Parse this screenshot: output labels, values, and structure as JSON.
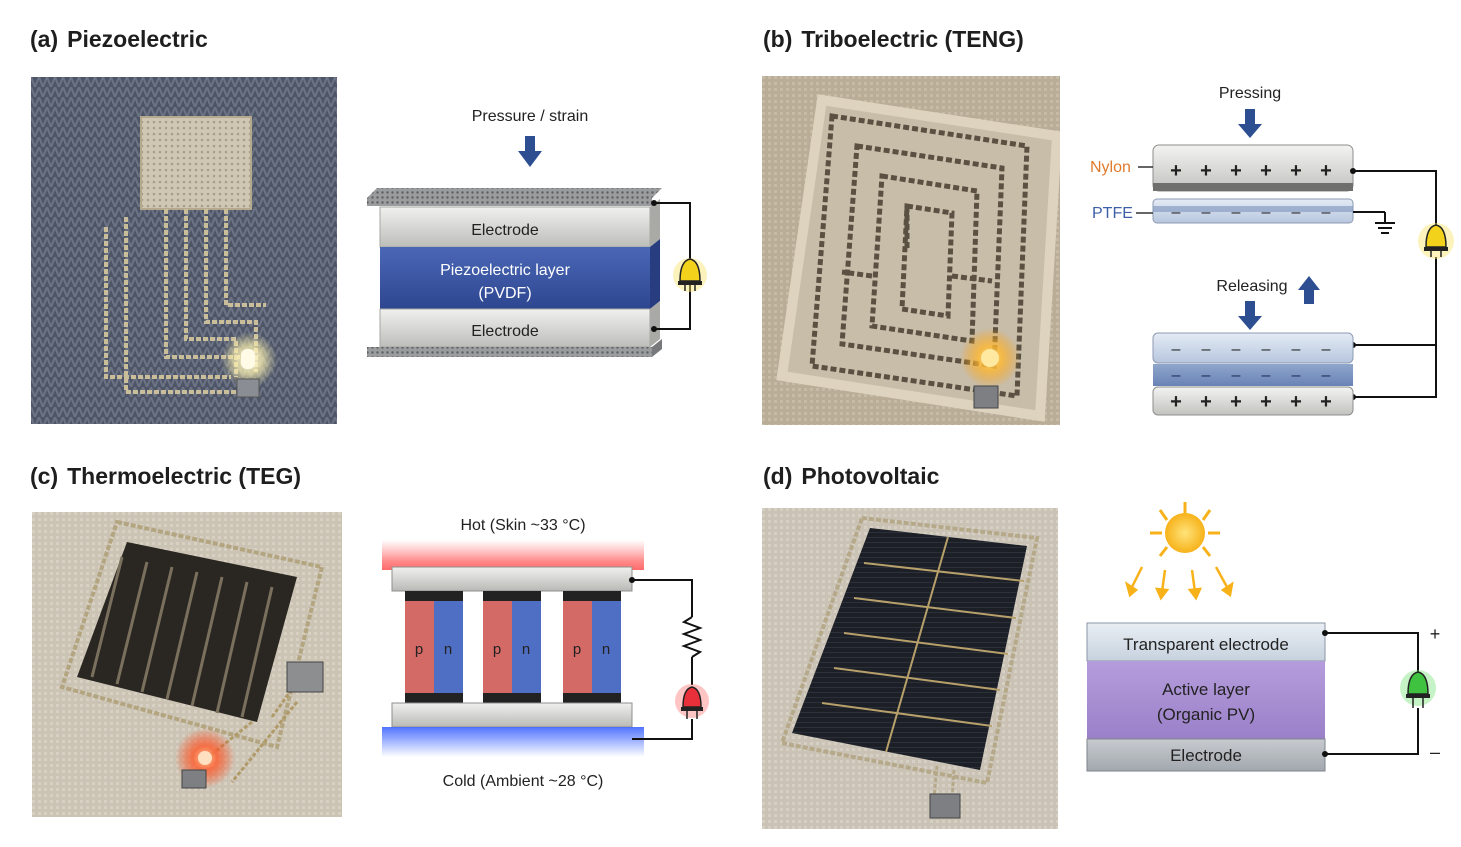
{
  "panels": {
    "a": {
      "tag": "(a)",
      "title": "Piezoelectric",
      "force_label": "Pressure / strain",
      "layers": {
        "top_electrode": "Electrode",
        "active_line1": "Piezoelectric layer",
        "active_line2": "(PVDF)",
        "bottom_electrode": "Electrode"
      },
      "led_color": "#f2d21a"
    },
    "b": {
      "tag": "(b)",
      "title": "Triboelectric (TENG)",
      "press_label": "Pressing",
      "release_label": "Releasing",
      "material_top": "Nylon",
      "material_bottom": "PTFE",
      "plus": "+",
      "minus": "–",
      "material_top_color": "#e07a2e",
      "material_bottom_color": "#3c5fa8",
      "led_color": "#f2d21a"
    },
    "c": {
      "tag": "(c)",
      "title": "Thermoelectric (TEG)",
      "hot_label": "Hot (Skin ~33 °C)",
      "cold_label": "Cold (Ambient ~28 °C)",
      "p_label": "p",
      "n_label": "n",
      "p_color": "#d46a66",
      "n_color": "#4f6fc4",
      "led_color": "#e8303a"
    },
    "d": {
      "tag": "(d)",
      "title": "Photovoltaic",
      "layers": {
        "top": "Transparent electrode",
        "active_line1": "Active layer",
        "active_line2": "(Organic PV)",
        "bottom": "Electrode"
      },
      "plus": "+",
      "minus": "–",
      "active_color": "#a98ed2",
      "led_color": "#3fc23f"
    }
  },
  "colors": {
    "arrow": "#2d4f91",
    "electrode": "#d9d9d6",
    "piezo": "#3e5aa5"
  }
}
